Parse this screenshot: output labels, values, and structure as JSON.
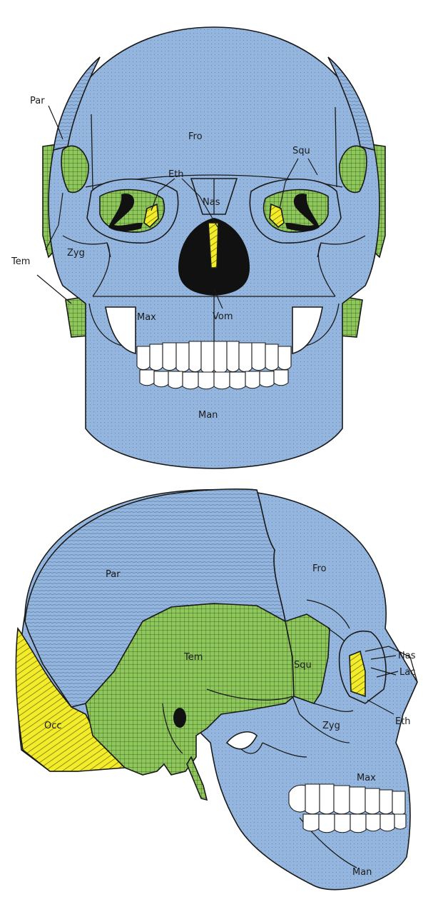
{
  "colors": {
    "bone_blue": "#94b6de",
    "temporal_green": "#8fc85a",
    "yellow": "#f2ec2a",
    "black": "#111111",
    "outline": "#1a1a1a"
  },
  "front_view": {
    "labels": {
      "par": "Par",
      "fro": "Fro",
      "squ": "Squ",
      "eth": "Eth",
      "nas": "Nas",
      "zyg": "Zyg",
      "tem": "Tem",
      "max": "Max",
      "vom": "Vom",
      "man": "Man"
    }
  },
  "lateral_view": {
    "labels": {
      "par": "Par",
      "fro": "Fro",
      "tem": "Tem",
      "squ": "Squ",
      "nas": "Nas",
      "lac": "Lac",
      "occ": "Occ",
      "zyg": "Zyg",
      "eth": "Eth",
      "max": "Max",
      "man": "Man"
    }
  }
}
